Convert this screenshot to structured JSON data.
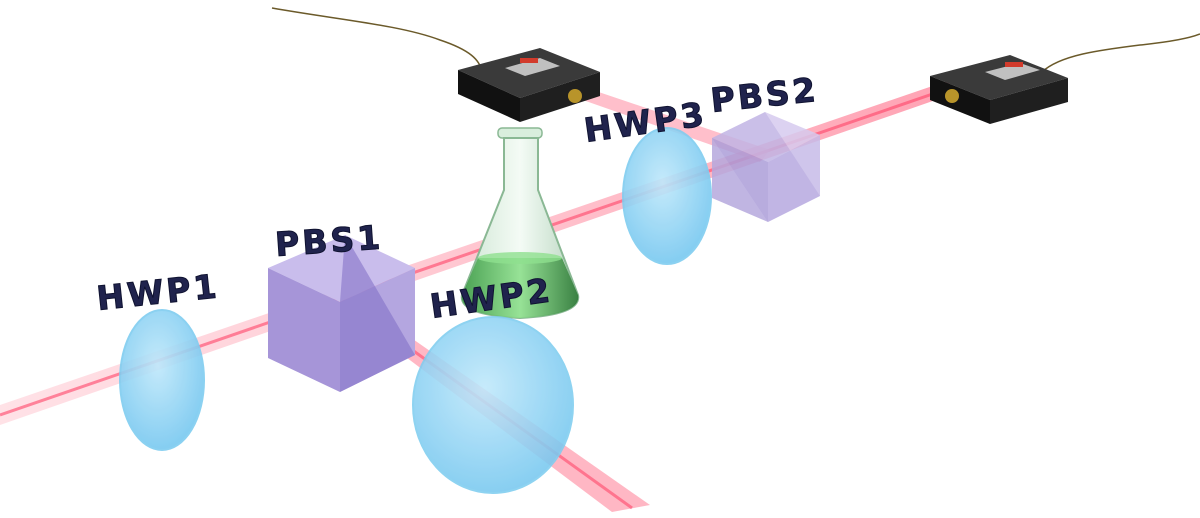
{
  "labels": {
    "hwp1": "HWP1",
    "pbs1": "PBS1",
    "hwp2": "HWP2",
    "hwp3": "HWP3",
    "pbs2": "PBS2"
  },
  "colors": {
    "beam": "#ff6f86",
    "waveplate": "#8fd2f2",
    "cube": "#a99ad8",
    "flask": "#54c061",
    "device": "#1c1c1c",
    "label": "#20234d"
  }
}
